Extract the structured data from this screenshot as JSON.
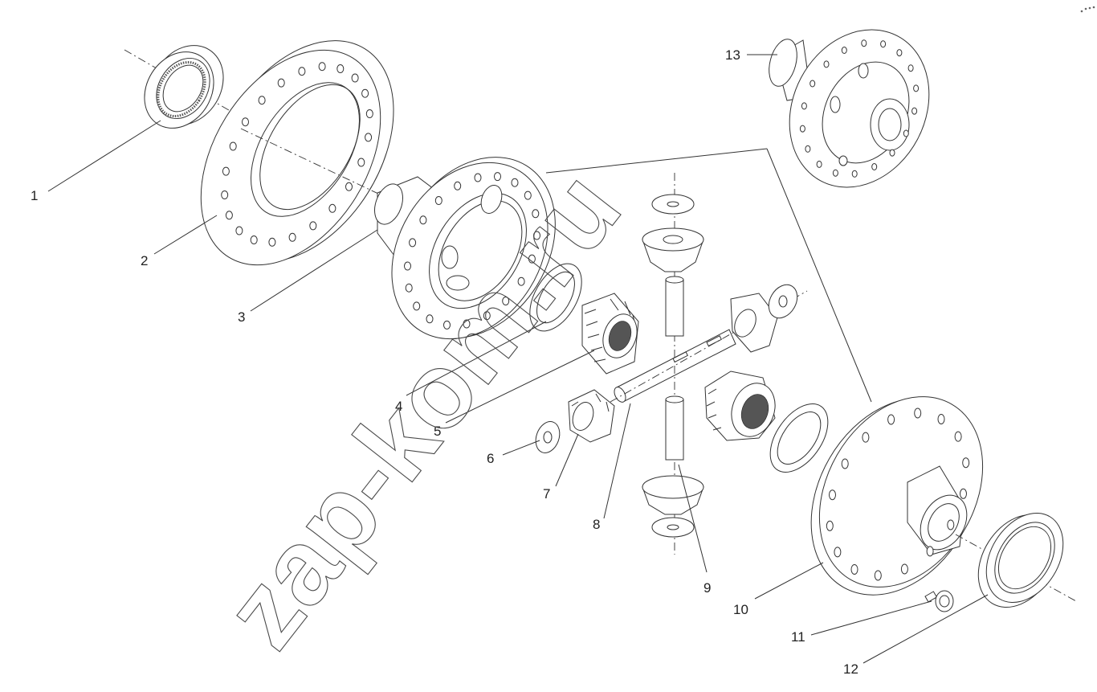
{
  "diagram": {
    "callouts": [
      {
        "id": "1",
        "label": "1"
      },
      {
        "id": "2",
        "label": "2"
      },
      {
        "id": "3",
        "label": "3"
      },
      {
        "id": "4",
        "label": "4"
      },
      {
        "id": "5",
        "label": "5"
      },
      {
        "id": "6",
        "label": "6"
      },
      {
        "id": "7",
        "label": "7"
      },
      {
        "id": "8",
        "label": "8"
      },
      {
        "id": "9",
        "label": "9"
      },
      {
        "id": "10",
        "label": "10"
      },
      {
        "id": "11",
        "label": "11"
      },
      {
        "id": "12",
        "label": "12"
      },
      {
        "id": "13",
        "label": "13"
      }
    ],
    "parts": [
      {
        "name": "bearing-left",
        "callout": "1"
      },
      {
        "name": "ring-gear",
        "callout": "2"
      },
      {
        "name": "differential-case-left",
        "callout": "3"
      },
      {
        "name": "thrust-washer-left",
        "callout": "4"
      },
      {
        "name": "side-gear-left",
        "callout": "5"
      },
      {
        "name": "pinion-washer",
        "callout": "6"
      },
      {
        "name": "pinion-gear",
        "callout": "7"
      },
      {
        "name": "cross-shaft-long",
        "callout": "8"
      },
      {
        "name": "cross-shaft-short",
        "callout": "9"
      },
      {
        "name": "differential-case-right",
        "callout": "10"
      },
      {
        "name": "bolt",
        "callout": "11"
      },
      {
        "name": "bearing-right",
        "callout": "12"
      },
      {
        "name": "differential-assembly",
        "callout": "13"
      }
    ],
    "watermark": "zap-kom.ru",
    "line_color": "#333333",
    "watermark_color": "#4a4a4a"
  }
}
